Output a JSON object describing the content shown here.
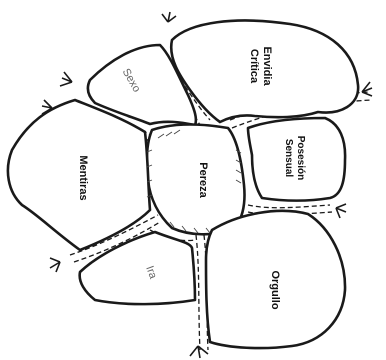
{
  "diagram": {
    "regions": [
      {
        "id": "envidia",
        "lines": [
          "Envidia",
          "Crítica"
        ],
        "style": "bold"
      },
      {
        "id": "sexo",
        "lines": [
          "Sexo"
        ],
        "style": "light"
      },
      {
        "id": "pereza",
        "lines": [
          "Pereza"
        ],
        "style": "bold"
      },
      {
        "id": "posesion",
        "lines": [
          "Posesión",
          "Sensual"
        ],
        "style": "bold"
      },
      {
        "id": "mentiras",
        "lines": [
          "Mentiras"
        ],
        "style": "bold"
      },
      {
        "id": "ira",
        "lines": [
          "Ira"
        ],
        "style": "light"
      },
      {
        "id": "orgullo",
        "lines": [
          "Orgullo"
        ],
        "style": "bold"
      }
    ]
  }
}
